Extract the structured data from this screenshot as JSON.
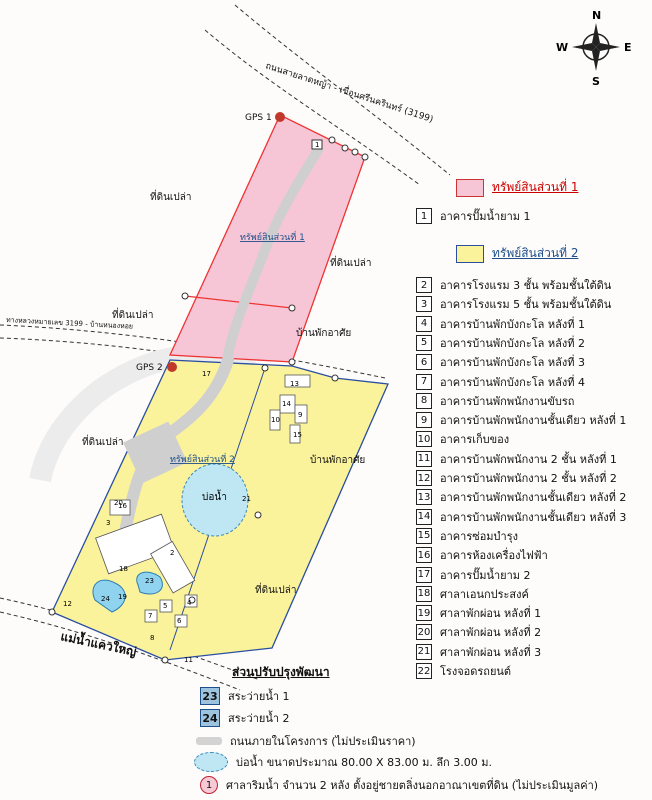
{
  "compass": {
    "n": "N",
    "s": "S",
    "e": "E",
    "w": "W"
  },
  "roads": {
    "top_road": "ถนนสายลาดหญ้า - เขื่อนศรีนครินทร์ (3199)",
    "left_road": "ทางหลวงหมายเลข 3199 - บ้านหนองหอย",
    "river": "แม่น้ำแควใหญ่"
  },
  "map_labels": {
    "gps1": "GPS 1",
    "gps2": "GPS 2",
    "vacant_1": "ที่ดินเปล่า",
    "vacant_2": "ที่ดินเปล่า",
    "vacant_3": "ที่ดินเปล่า",
    "vacant_4": "ที่ดินเปล่า",
    "vacant_5": "ที่ดินเปล่า",
    "residence_1": "บ้านพักอาศัย",
    "residence_2": "บ้านพักอาศัย",
    "part1_label": "ทรัพย์สินส่วนที่ 1",
    "part2_label": "ทรัพย์สินส่วนที่ 2",
    "pond_label": "บ่อน้ำ"
  },
  "map_markers": [
    "1",
    "2",
    "3",
    "4",
    "5",
    "6",
    "7",
    "8",
    "9",
    "10",
    "11",
    "12",
    "13",
    "14",
    "15",
    "16",
    "17",
    "18",
    "19",
    "20",
    "21",
    "23",
    "24"
  ],
  "legend": {
    "part1": {
      "title": "ทรัพย์สินส่วนที่ 1",
      "color": "#f7c6d6",
      "items": [
        {
          "num": "1",
          "label": "อาคารปั๊มน้ำยาม 1"
        }
      ]
    },
    "part2": {
      "title": "ทรัพย์สินส่วนที่ 2",
      "color": "#fbf39b",
      "items": [
        {
          "num": "2",
          "label": "อาคารโรงแรม 3 ชั้น พร้อมชั้นใต้ดิน"
        },
        {
          "num": "3",
          "label": "อาคารโรงแรม 5 ชั้น พร้อมชั้นใต้ดิน"
        },
        {
          "num": "4",
          "label": "อาคารบ้านพักบังกะโล หลังที่ 1"
        },
        {
          "num": "5",
          "label": "อาคารบ้านพักบังกะโล หลังที่ 2"
        },
        {
          "num": "6",
          "label": "อาคารบ้านพักบังกะโล หลังที่ 3"
        },
        {
          "num": "7",
          "label": "อาคารบ้านพักบังกะโล หลังที่ 4"
        },
        {
          "num": "8",
          "label": "อาคารบ้านพักพนักงานขับรถ"
        },
        {
          "num": "9",
          "label": "อาคารบ้านพักพนักงานชั้นเดียว หลังที่ 1"
        },
        {
          "num": "10",
          "label": "อาคารเก็บของ"
        },
        {
          "num": "11",
          "label": "อาคารบ้านพักพนักงาน 2 ชั้น หลังที่ 1"
        },
        {
          "num": "12",
          "label": "อาคารบ้านพักพนักงาน 2 ชั้น หลังที่ 2"
        },
        {
          "num": "13",
          "label": "อาคารบ้านพักพนักงานชั้นเดียว หลังที่ 2"
        },
        {
          "num": "14",
          "label": "อาคารบ้านพักพนักงานชั้นเดียว หลังที่ 3"
        },
        {
          "num": "15",
          "label": "อาคารซ่อมบำรุง"
        },
        {
          "num": "16",
          "label": "อาคารห้องเครื่องไฟฟ้า"
        },
        {
          "num": "17",
          "label": "อาคารปั๊มน้ำยาม 2"
        },
        {
          "num": "18",
          "label": "ศาลาเอนกประสงค์"
        },
        {
          "num": "19",
          "label": "ศาลาพักผ่อน หลังที่ 1"
        },
        {
          "num": "20",
          "label": "ศาลาพักผ่อน หลังที่ 2"
        },
        {
          "num": "21",
          "label": "ศาลาพักผ่อน หลังที่ 3"
        },
        {
          "num": "22",
          "label": "โรงจอดรถยนต์"
        }
      ]
    },
    "development": {
      "title": "ส่วนปรับปรุงพัฒนา",
      "pool1": {
        "num": "23",
        "label": "สระว่ายน้ำ 1"
      },
      "pool2": {
        "num": "24",
        "label": "สระว่ายน้ำ 2"
      },
      "road": "ถนนภายในโครงการ (ไม่ประเมินราคา)",
      "pond": "บ่อน้ำ  ขนาดประมาณ 80.00 X 83.00 ม. ลึก 3.00 ม.",
      "pavilion": {
        "num": "1",
        "label": "ศาลาริมน้ำ จำนวน 2 หลัง ตั้งอยู่ชายตลิ่งนอกอาณาเขตที่ดิน (ไม่ประเมินมูลค่า)"
      }
    }
  }
}
